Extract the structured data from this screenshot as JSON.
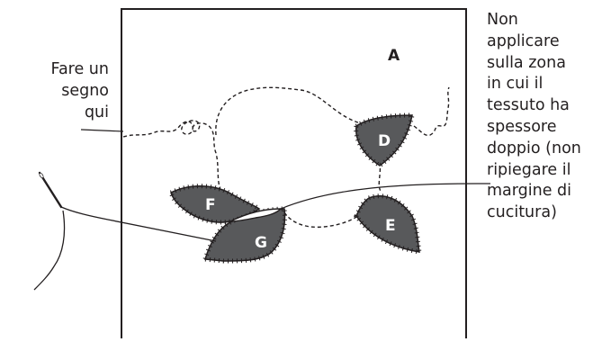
{
  "labels": {
    "block": "A",
    "appliques": [
      "D",
      "E",
      "F",
      "G"
    ]
  },
  "callouts": {
    "mark_here": [
      "Fare un",
      "segno",
      "qui"
    ],
    "do_not_apply": [
      "Non",
      "applicare",
      "sulla zona",
      "in cui il",
      "tessuto ha",
      "spessore",
      "doppio (non",
      "ripiegare il",
      "margine di",
      "cucitura)"
    ]
  },
  "colors": {
    "applique_fill": "#58595b",
    "ink": "#231f20",
    "background": "#ffffff"
  }
}
